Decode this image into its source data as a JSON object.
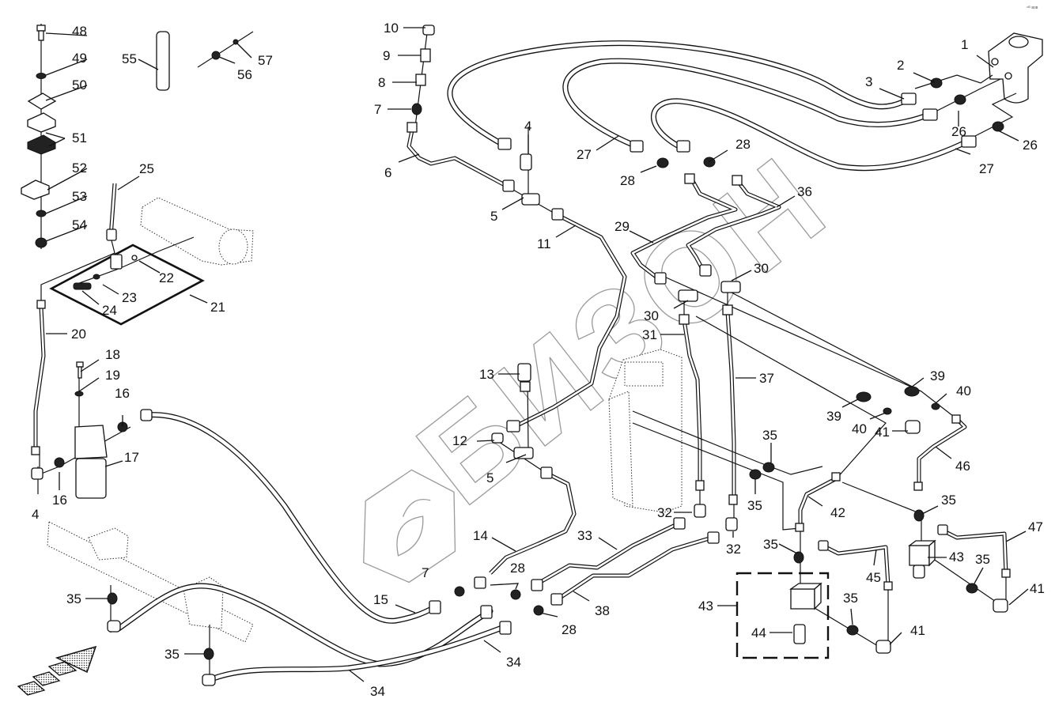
{
  "diagram": {
    "type": "hydraulic-hose-parts-diagram",
    "watermark_text": "БИЗОН",
    "corner_stamp": "ᵒᴵᴰ ʙᴏʙ",
    "direction_arrow": "travel-direction-arrow",
    "colors": {
      "line": "#111111",
      "watermark": "#9a9a9a",
      "background": "#ffffff"
    }
  },
  "callouts": [
    {
      "id": "c1",
      "label": "1"
    },
    {
      "id": "c2",
      "label": "2"
    },
    {
      "id": "c3",
      "label": "3"
    },
    {
      "id": "c4a",
      "label": "4"
    },
    {
      "id": "c4b",
      "label": "4"
    },
    {
      "id": "c5a",
      "label": "5"
    },
    {
      "id": "c5b",
      "label": "5"
    },
    {
      "id": "c6",
      "label": "6"
    },
    {
      "id": "c7a",
      "label": "7"
    },
    {
      "id": "c7b",
      "label": "7"
    },
    {
      "id": "c8",
      "label": "8"
    },
    {
      "id": "c9",
      "label": "9"
    },
    {
      "id": "c10",
      "label": "10"
    },
    {
      "id": "c11",
      "label": "11"
    },
    {
      "id": "c12",
      "label": "12"
    },
    {
      "id": "c13",
      "label": "13"
    },
    {
      "id": "c14",
      "label": "14"
    },
    {
      "id": "c15",
      "label": "15"
    },
    {
      "id": "c16a",
      "label": "16"
    },
    {
      "id": "c16b",
      "label": "16"
    },
    {
      "id": "c17",
      "label": "17"
    },
    {
      "id": "c18",
      "label": "18"
    },
    {
      "id": "c19",
      "label": "19"
    },
    {
      "id": "c20",
      "label": "20"
    },
    {
      "id": "c21",
      "label": "21"
    },
    {
      "id": "c22",
      "label": "22"
    },
    {
      "id": "c23",
      "label": "23"
    },
    {
      "id": "c24",
      "label": "24"
    },
    {
      "id": "c25",
      "label": "25"
    },
    {
      "id": "c26a",
      "label": "26"
    },
    {
      "id": "c26b",
      "label": "26"
    },
    {
      "id": "c27a",
      "label": "27"
    },
    {
      "id": "c27b",
      "label": "27"
    },
    {
      "id": "c28a",
      "label": "28"
    },
    {
      "id": "c28b",
      "label": "28"
    },
    {
      "id": "c28c",
      "label": "28"
    },
    {
      "id": "c28d",
      "label": "28"
    },
    {
      "id": "c29",
      "label": "29"
    },
    {
      "id": "c30a",
      "label": "30"
    },
    {
      "id": "c30b",
      "label": "30"
    },
    {
      "id": "c31",
      "label": "31"
    },
    {
      "id": "c32a",
      "label": "32"
    },
    {
      "id": "c32b",
      "label": "32"
    },
    {
      "id": "c33",
      "label": "33"
    },
    {
      "id": "c34a",
      "label": "34"
    },
    {
      "id": "c34b",
      "label": "34"
    },
    {
      "id": "c35a",
      "label": "35"
    },
    {
      "id": "c35b",
      "label": "35"
    },
    {
      "id": "c35c",
      "label": "35"
    },
    {
      "id": "c35d",
      "label": "35"
    },
    {
      "id": "c35e",
      "label": "35"
    },
    {
      "id": "c35f",
      "label": "35"
    },
    {
      "id": "c35g",
      "label": "35"
    },
    {
      "id": "c35h",
      "label": "35"
    },
    {
      "id": "c36",
      "label": "36"
    },
    {
      "id": "c37",
      "label": "37"
    },
    {
      "id": "c38",
      "label": "38"
    },
    {
      "id": "c39a",
      "label": "39"
    },
    {
      "id": "c39b",
      "label": "39"
    },
    {
      "id": "c40a",
      "label": "40"
    },
    {
      "id": "c40b",
      "label": "40"
    },
    {
      "id": "c41a",
      "label": "41"
    },
    {
      "id": "c41b",
      "label": "41"
    },
    {
      "id": "c41c",
      "label": "41"
    },
    {
      "id": "c42",
      "label": "42"
    },
    {
      "id": "c43a",
      "label": "43"
    },
    {
      "id": "c43b",
      "label": "43"
    },
    {
      "id": "c44",
      "label": "44"
    },
    {
      "id": "c45",
      "label": "45"
    },
    {
      "id": "c46",
      "label": "46"
    },
    {
      "id": "c47",
      "label": "47"
    },
    {
      "id": "c48",
      "label": "48"
    },
    {
      "id": "c49",
      "label": "49"
    },
    {
      "id": "c50",
      "label": "50"
    },
    {
      "id": "c51",
      "label": "51"
    },
    {
      "id": "c52",
      "label": "52"
    },
    {
      "id": "c53",
      "label": "53"
    },
    {
      "id": "c54",
      "label": "54"
    },
    {
      "id": "c55",
      "label": "55"
    },
    {
      "id": "c56",
      "label": "56"
    },
    {
      "id": "c57",
      "label": "57"
    }
  ]
}
